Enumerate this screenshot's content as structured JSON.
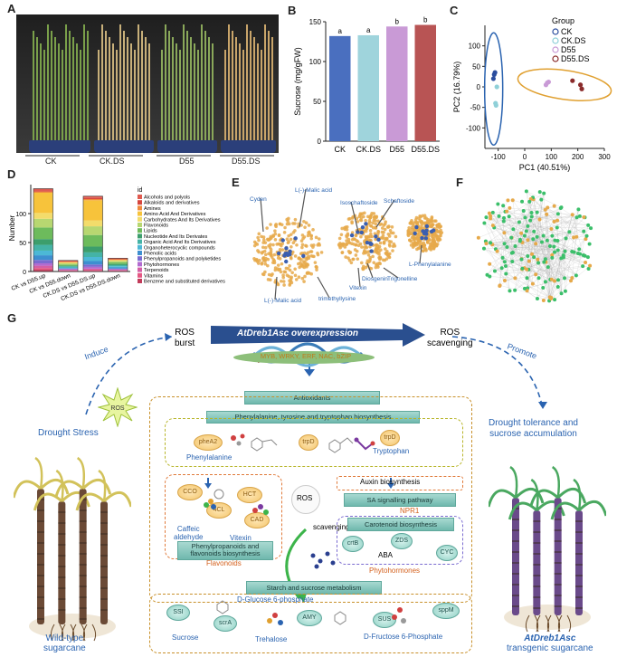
{
  "panels": {
    "A": "A",
    "B": "B",
    "C": "C",
    "D": "D",
    "E": "E",
    "F": "F",
    "G": "G"
  },
  "panelA": {
    "captions": [
      "CK",
      "CK.DS",
      "D55",
      "D55.DS"
    ]
  },
  "chart_data": [
    {
      "type": "bar",
      "ylabel": "Sucrose (mg/gFW)",
      "categories": [
        "CK",
        "CK.DS",
        "D55",
        "D55.DS"
      ],
      "values": [
        132,
        133,
        144,
        146
      ],
      "letters": [
        "a",
        "a",
        "b",
        "b"
      ],
      "ylim": [
        0,
        150
      ],
      "yticks": [
        0,
        50,
        100,
        150
      ],
      "colors": [
        "#4a6fbf",
        "#9fd4dc",
        "#c99ad6",
        "#b85454"
      ]
    },
    {
      "type": "scatter",
      "xlabel": "PC1 (40.51%)",
      "ylabel": "PC2 (16.79%)",
      "xlim": [
        -150,
        300
      ],
      "ylim": [
        -150,
        150
      ],
      "xticks": [
        -100,
        0,
        100,
        200,
        300
      ],
      "yticks": [
        -100,
        -50,
        0,
        50,
        100
      ],
      "legend_title": "Group",
      "legend_placement": "top-right",
      "series": [
        {
          "name": "CK",
          "color": "#2b4d9e",
          "points": [
            [
              -115,
              30
            ],
            [
              -118,
              20
            ],
            [
              -112,
              35
            ]
          ]
        },
        {
          "name": "CK.DS",
          "color": "#8fd0d8",
          "points": [
            [
              -110,
              -40
            ],
            [
              -108,
              -45
            ],
            [
              -105,
              0
            ]
          ]
        },
        {
          "name": "D55",
          "color": "#c99ad6",
          "points": [
            [
              85,
              10
            ],
            [
              80,
              5
            ],
            [
              90,
              12
            ]
          ]
        },
        {
          "name": "D55.DS",
          "color": "#8a2b2b",
          "points": [
            [
              180,
              15
            ],
            [
              210,
              5
            ],
            [
              215,
              -5
            ]
          ]
        }
      ]
    },
    {
      "type": "bar",
      "ylabel": "Number",
      "ylim": [
        0,
        150
      ],
      "yticks": [
        0,
        50,
        100
      ],
      "categories": [
        "CK vs D55.up",
        "CK vs D55.down",
        "CK.DS vs D55.DS.up",
        "CK.DS vs D55.DS.down"
      ],
      "legend_title": "id",
      "series": [
        {
          "name": "Alcohols and polyols",
          "color": "#e05a4f",
          "values": [
            3,
            1,
            3,
            1
          ]
        },
        {
          "name": "Alkaloids and derivatives",
          "color": "#d6453d",
          "values": [
            2,
            1,
            2,
            1
          ]
        },
        {
          "name": "Amines",
          "color": "#f08a3c",
          "values": [
            2,
            1,
            2,
            1
          ]
        },
        {
          "name": "Amino Acid And Derivatives",
          "color": "#f7c33b",
          "values": [
            35,
            1,
            35,
            1
          ]
        },
        {
          "name": "Carbohydrates And Its Derivatives",
          "color": "#f3dc6b",
          "values": [
            10,
            1,
            10,
            1
          ]
        },
        {
          "name": "Flavonoids",
          "color": "#b7d771",
          "values": [
            15,
            2,
            15,
            2
          ]
        },
        {
          "name": "Lipids",
          "color": "#6dbb5c",
          "values": [
            20,
            2,
            20,
            3
          ]
        },
        {
          "name": "Nucleotide And Its Derivates",
          "color": "#3c9e6c",
          "values": [
            10,
            1,
            10,
            2
          ]
        },
        {
          "name": "Organic Acid And Its Derivatives",
          "color": "#44b3a6",
          "values": [
            10,
            2,
            8,
            2
          ]
        },
        {
          "name": "Organoheterocyclic compounds",
          "color": "#4cb8d6",
          "values": [
            8,
            1,
            7,
            2
          ]
        },
        {
          "name": "Phenolic acids",
          "color": "#3d8fd0",
          "values": [
            8,
            1,
            6,
            2
          ]
        },
        {
          "name": "Phenylpropanoids and polyketides",
          "color": "#7a6bd0",
          "values": [
            6,
            1,
            4,
            1
          ]
        },
        {
          "name": "Phytohormones",
          "color": "#b26ad0",
          "values": [
            4,
            1,
            3,
            1
          ]
        },
        {
          "name": "Terpenoids",
          "color": "#d35fa6",
          "values": [
            4,
            1,
            2,
            1
          ]
        },
        {
          "name": "Vitamins",
          "color": "#e45782",
          "values": [
            3,
            1,
            2,
            1
          ]
        },
        {
          "name": "Benzene and substituted derivatives",
          "color": "#c23b5a",
          "values": [
            3,
            1,
            1,
            1
          ]
        }
      ]
    }
  ],
  "panelE": {
    "labels": [
      "Cyden",
      "L(-)-Malic acid",
      "Isoschaftoside",
      "Schaftoside",
      "L-Phenylalanine",
      "Trigonelline",
      "Vitexin",
      "Diosgenin",
      "L(-)-Malic acid",
      "trimethyllysine"
    ]
  },
  "panelG": {
    "ros_burst": "ROS\nburst",
    "ros_burst_l1": "ROS",
    "ros_burst_l2": "burst",
    "overexpression": "AtDreb1Asc overexpression",
    "ros_scav_l1": "ROS",
    "ros_scav_l2": "scavenging",
    "induce": "Induce",
    "promote": "Promote",
    "ros_star": "ROS",
    "drought_stress": "Drought Stress",
    "drought_tol_l1": "Drought tolerance and",
    "drought_tol_l2": "sucrose accumulation",
    "tfs": "MYB, WRKY, ERF, NAC, bZIP",
    "antioxidants": "Antioxidants",
    "phe_pathway": "Phenylalanine, tyrosine and tryptophan biosynthesis",
    "pheA2": "pheA2",
    "trpD": "trpD",
    "tryptophan": "Tryptophan",
    "phenylalanine": "Phenylalanine",
    "cco": "CCO",
    "hct": "HCT",
    "fourcl": "4CL",
    "cad": "CAD",
    "caffeic_l1": "Caffeic",
    "caffeic_l2": "aldehyde",
    "vitexin": "Vitexin",
    "phenylprop_l1": "Phenylpropanoids and",
    "phenylprop_l2": "flavonoids biosynthesis",
    "flavonoids": "Flavonoids",
    "ros_center": "ROS",
    "scavenging": "scavenging",
    "auxin": "Auxin biosynthesis",
    "sa": "SA signalling pathway",
    "npr1": "NPR1",
    "carotenoid": "Carotenoid biosynthesis",
    "crtb": "crtB",
    "zds": "ZDS",
    "aba": "ABA",
    "cyc": "CYC",
    "phytohormones": "Phytohormones",
    "starch": "Starch and sucrose metabolism",
    "g6p": "D-Glucose 6-phosphate",
    "ssi": "SSI",
    "scra": "scrA",
    "amy": "AMY",
    "sus": "SUS",
    "sppm": "sppM",
    "sucrose": "Sucrose",
    "trehalose": "Trehalose",
    "f6p": "D-Fructose 6-Phosphate",
    "wild_l1": "Wild-type",
    "wild_l2": "sugarcane",
    "trans_l1": "AtDreb1Asc",
    "trans_l2": "transgenic sugarcane"
  },
  "colors": {
    "blue": "#2a63b0",
    "orange": "#d4601c",
    "teal": "#6fb8ad",
    "gold": "#c8902a"
  }
}
